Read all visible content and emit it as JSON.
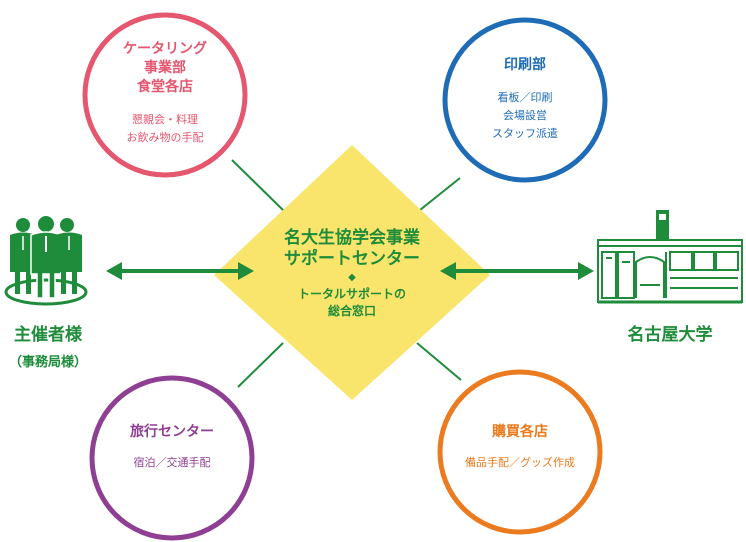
{
  "colors": {
    "green": "#1e8c3a",
    "diamond": "#f9e46c",
    "catering": "#e5566f",
    "printing": "#1f6cb6",
    "travel": "#8e3f93",
    "purchasing": "#ec7a1e"
  },
  "center": {
    "title_line1": "名大生協学会事業",
    "title_line2": "サポートセンター",
    "bullet": "◆",
    "sub_line1": "トータルサポートの",
    "sub_line2": "総合窓口"
  },
  "catering": {
    "title1": "ケータリング",
    "title2": "事業部",
    "title3": "食堂各店",
    "desc1": "懇親会・料理",
    "desc2": "お飲み物の手配"
  },
  "printing": {
    "title": "印刷部",
    "desc1": "看板／印刷",
    "desc2": "会場設営",
    "desc3": "スタッフ派遣"
  },
  "travel": {
    "title": "旅行センター",
    "desc": "宿泊／交通手配"
  },
  "purchasing": {
    "title": "購買各店",
    "desc": "備品手配／グッズ作成"
  },
  "organizer": {
    "icon": "organizer-people-icon",
    "title": "主催者様",
    "sub": "（事務局様）"
  },
  "university": {
    "icon": "university-building-icon",
    "title": "名古屋大学"
  }
}
